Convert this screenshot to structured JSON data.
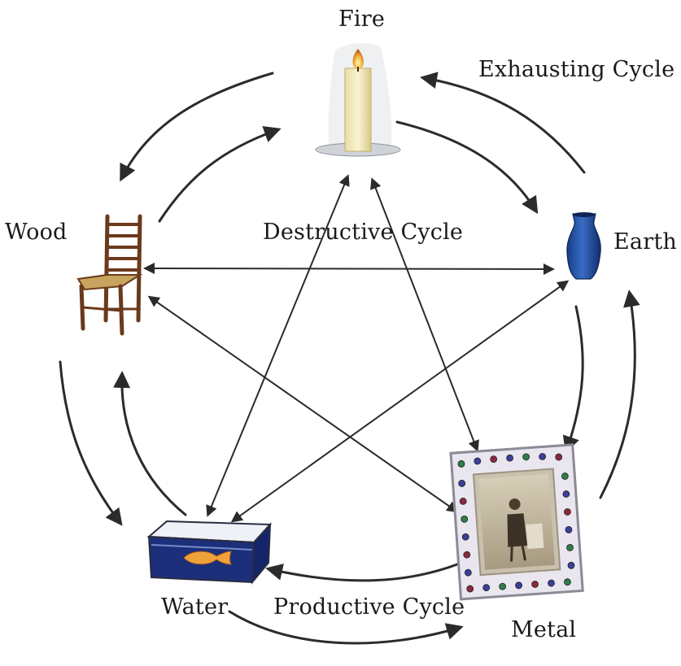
{
  "elements": {
    "fire": "Fire",
    "earth": "Earth",
    "metal": "Metal",
    "water": "Water",
    "wood": "Wood"
  },
  "cycles": {
    "exhausting": "Exhausting Cycle",
    "destructive": "Destructive Cycle",
    "productive": "Productive Cycle"
  },
  "icons": {
    "fire": "candle-icon",
    "earth": "vase-icon",
    "metal": "picture-frame-icon",
    "water": "fish-tank-icon",
    "wood": "chair-icon"
  },
  "colors": {
    "arrow": "#2b2b2b",
    "vase": "#1f4fa0",
    "tank_water": "#1c2f7a",
    "candle": "#f1e6b8"
  }
}
